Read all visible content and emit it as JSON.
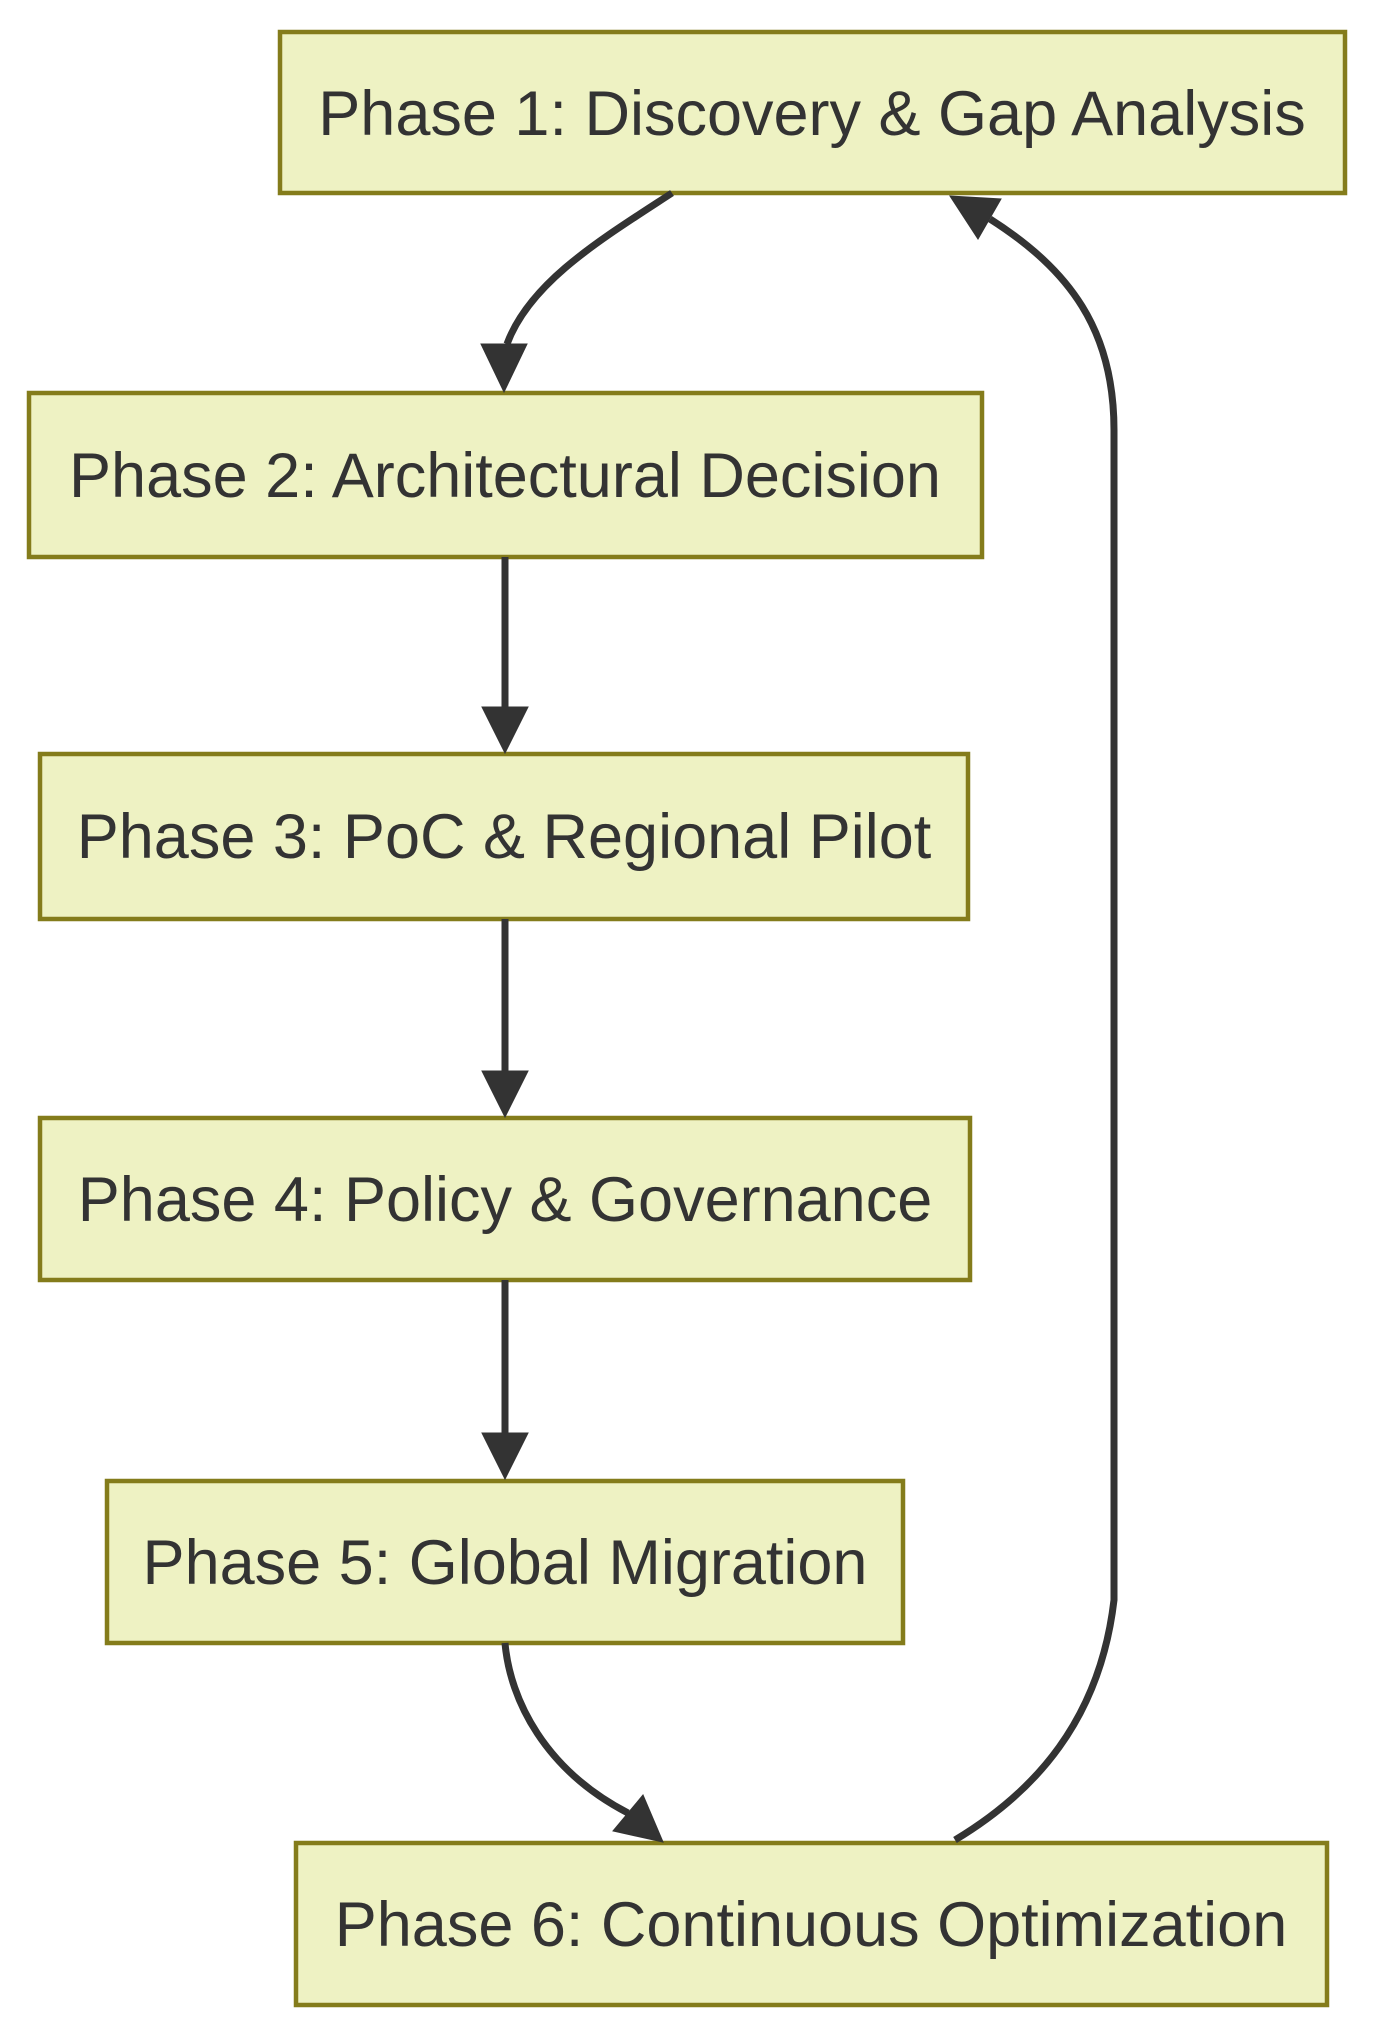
{
  "diagram": {
    "type": "flowchart",
    "orientation": "top-down",
    "background_color": "#ffffff",
    "node_fill_color": "#eef2c3",
    "node_border_color": "#847c1b",
    "edge_color": "#333333",
    "text_color": "#333333",
    "nodes": [
      {
        "id": "phase1",
        "label": "Phase 1: Discovery & Gap Analysis"
      },
      {
        "id": "phase2",
        "label": "Phase 2: Architectural Decision"
      },
      {
        "id": "phase3",
        "label": "Phase 3: PoC & Regional Pilot"
      },
      {
        "id": "phase4",
        "label": "Phase 4: Policy & Governance"
      },
      {
        "id": "phase5",
        "label": "Phase 5: Global Migration"
      },
      {
        "id": "phase6",
        "label": "Phase 6: Continuous Optimization"
      }
    ],
    "edges": [
      {
        "from": "phase1",
        "to": "phase2"
      },
      {
        "from": "phase2",
        "to": "phase3"
      },
      {
        "from": "phase3",
        "to": "phase4"
      },
      {
        "from": "phase4",
        "to": "phase5"
      },
      {
        "from": "phase5",
        "to": "phase6"
      },
      {
        "from": "phase6",
        "to": "phase1"
      }
    ]
  }
}
